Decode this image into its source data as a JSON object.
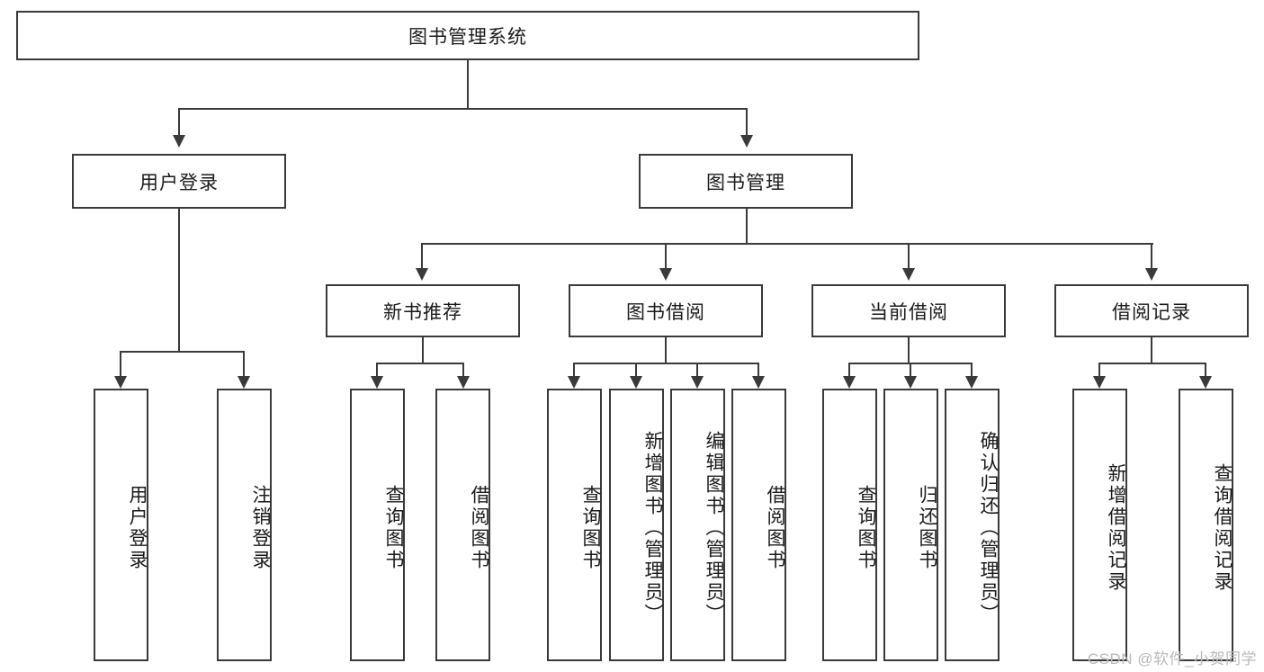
{
  "diagram": {
    "type": "tree",
    "title": "图书管理系统",
    "watermark": "CSDN @软件_小贺同学",
    "colors": {
      "stroke": "#3a3a3a",
      "fill": "#ffffff",
      "text": "#1a1a1a",
      "watermark": "#b9b9b9"
    },
    "levels": {
      "root": {
        "label": "图书管理系统"
      },
      "level2": [
        {
          "label": "用户登录"
        },
        {
          "label": "图书管理"
        }
      ],
      "level3": [
        {
          "label": "新书推荐"
        },
        {
          "label": "图书借阅"
        },
        {
          "label": "当前借阅"
        },
        {
          "label": "借阅记录"
        }
      ],
      "leaves": [
        {
          "label": "用户登录",
          "parent": "用户登录"
        },
        {
          "label": "注销登录",
          "parent": "用户登录"
        },
        {
          "label": "查询图书",
          "parent": "新书推荐"
        },
        {
          "label": "借阅图书",
          "parent": "新书推荐"
        },
        {
          "label": "查询图书",
          "parent": "图书借阅"
        },
        {
          "label": "新增图书（管理员）",
          "parent": "图书借阅"
        },
        {
          "label": "编辑图书（管理员）",
          "parent": "图书借阅"
        },
        {
          "label": "借阅图书",
          "parent": "图书借阅"
        },
        {
          "label": "查询图书",
          "parent": "当前借阅"
        },
        {
          "label": "归还图书",
          "parent": "当前借阅"
        },
        {
          "label": "确认归还（管理员）",
          "parent": "当前借阅"
        },
        {
          "label": "新增借阅记录",
          "parent": "借阅记录"
        },
        {
          "label": "查询借阅记录",
          "parent": "借阅记录"
        }
      ]
    }
  }
}
